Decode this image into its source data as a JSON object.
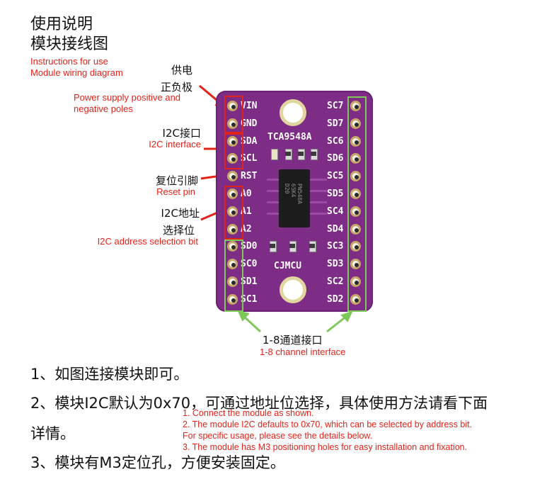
{
  "title": {
    "line1": "使用说明",
    "line2": "模块接线图",
    "en1": "Instructions for use",
    "en2": "Module wiring diagram"
  },
  "callouts": {
    "power_cn1": "供电",
    "power_cn2": "正负极",
    "power_en1": "Power supply positive and",
    "power_en2": "negative poles",
    "i2c_cn": "I2C接口",
    "i2c_en": "I2C interface",
    "reset_cn": "复位引脚",
    "reset_en": "Reset pin",
    "addr_cn1": "I2C地址",
    "addr_cn2": "选择位",
    "addr_en": "I2C address selection bit",
    "channel_cn": "1-8通道接口",
    "channel_en": "1-8 channel interface"
  },
  "board": {
    "chip_name": "TCA9548A",
    "brand": "CJMCU",
    "chip_marking": [
      "PW548A",
      "65K4",
      "D20"
    ],
    "left_pins": [
      "VIN",
      "GND",
      "SDA",
      "SCL",
      "RST",
      "A0",
      "A1",
      "A2",
      "SD0",
      "SC0",
      "SD1",
      "SC1"
    ],
    "right_pins": [
      "SC7",
      "SD7",
      "SC6",
      "SD6",
      "SC5",
      "SD5",
      "SC4",
      "SD4",
      "SC3",
      "SD3",
      "SC2",
      "SD2"
    ]
  },
  "instructions": {
    "step1": "1、如图连接模块即可。",
    "step2a": "2、模块I2C默认为0x70，可通过地址位选择，具体使用方法请看下面",
    "step2b": "详情。",
    "step3": "3、模块有M3定位孔，方便安装固定。",
    "en1": "1. Connect the module as shown.",
    "en2": "2. The module I2C defaults to 0x70, which can be selected by address bit.",
    "en3": "For specific usage, please see the details below.",
    "en4": "3. The module has M3 positioning holes for easy installation and fixation."
  },
  "colors": {
    "board": "#7d2d86",
    "red": "#e2231a",
    "green": "#7ec85a"
  }
}
